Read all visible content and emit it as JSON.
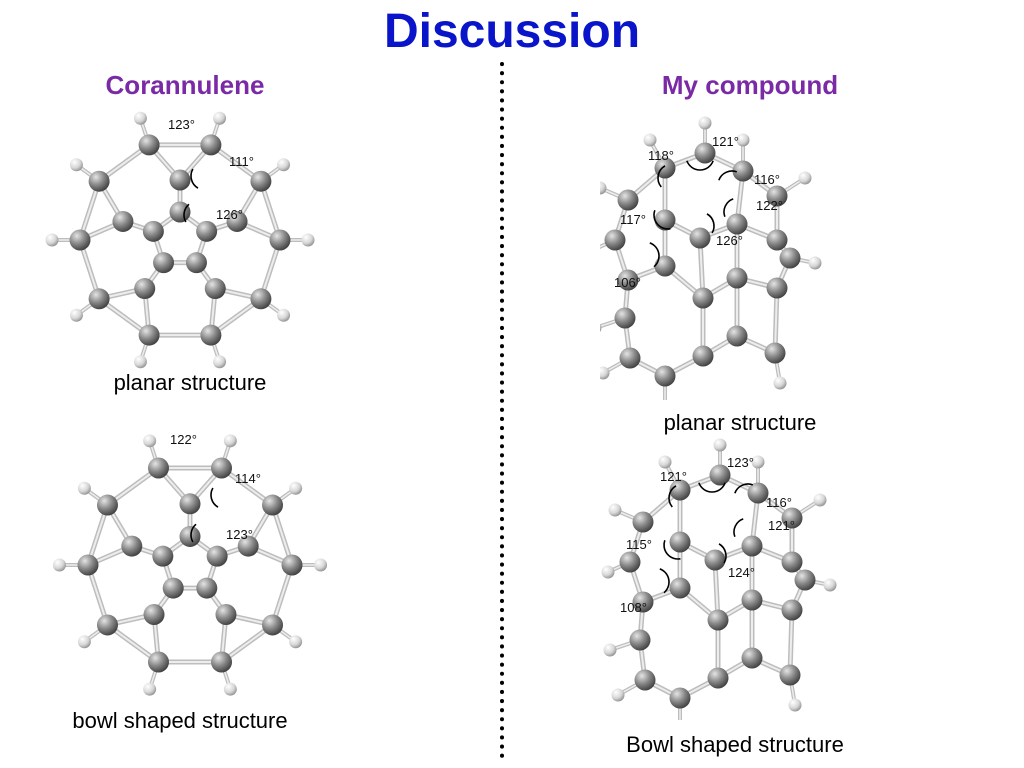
{
  "title": "Discussion",
  "left_heading": "Corannulene",
  "right_heading": "My compound",
  "captions": {
    "top_left": "planar structure",
    "bottom_left": "bowl shaped structure",
    "top_right": "planar structure",
    "bottom_right": "Bowl shaped structure"
  },
  "angles": {
    "top_left": [
      "123°",
      "111°",
      "126°"
    ],
    "bottom_left": [
      "122°",
      "114°",
      "123°"
    ],
    "top_right": [
      "121°",
      "118°",
      "116°",
      "122°",
      "117°",
      "126°",
      "106°"
    ],
    "bottom_right": [
      "123°",
      "121°",
      "116°",
      "121°",
      "115°",
      "124°",
      "108°"
    ]
  }
}
